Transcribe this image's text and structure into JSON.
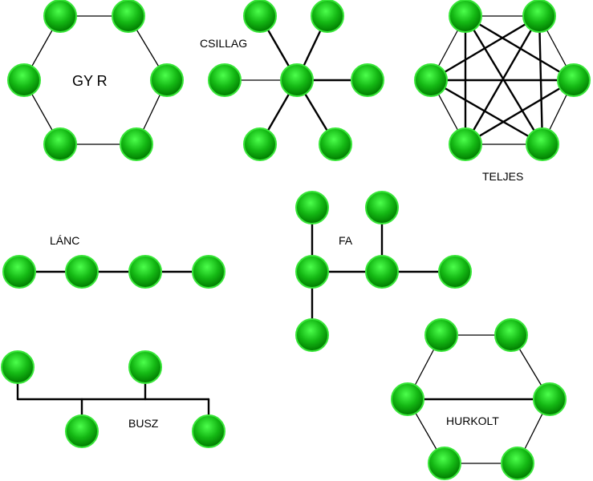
{
  "colors": {
    "node_fill_light": "#4cff4c",
    "node_fill_dark": "#007a00",
    "node_stroke": "#39e639",
    "edge": "#000000",
    "background": "#ffffff"
  },
  "labels": {
    "ring": "GY R",
    "star": "CSILLAG",
    "complete": "TELJES",
    "chain": "LÁNC",
    "tree": "FA",
    "bus": "BUSZ",
    "mesh": "HURKOLT"
  }
}
